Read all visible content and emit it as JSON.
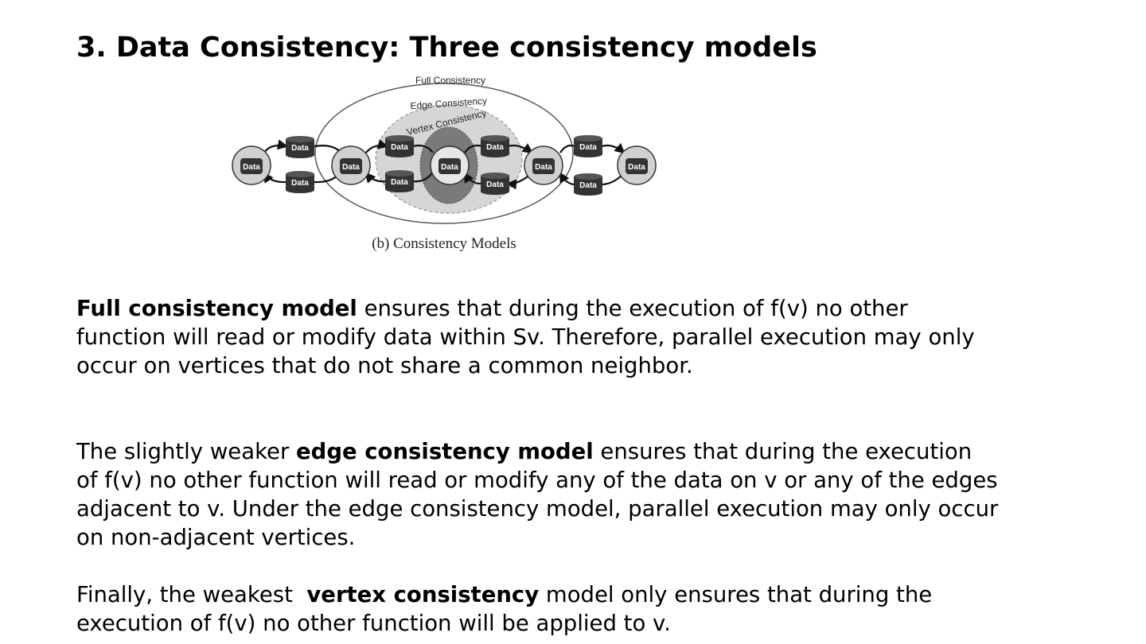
{
  "slide": {
    "title": "3. Data Consistency: Three consistency models"
  },
  "figure": {
    "label_full": "Full Consistency",
    "label_edge": "Edge Consistency",
    "label_vertex": "Vertex Consistency",
    "node_label": "Data",
    "caption": "(b) Consistency Models"
  },
  "paragraphs": {
    "p1": {
      "bold": "Full consistency model",
      "text": " ensures that during the execution of f(v) no other function will read or modify data within Sv. Therefore, parallel execution may only occur on vertices that do not share a common neighbor."
    },
    "p2": {
      "pre": "The slightly weaker ",
      "bold": "edge consistency model",
      "text": " ensures that during the execution of f(v) no other function will read or modify any of the data on v or any of the edges adjacent to v. Under the edge consistency model, parallel execution may only occur on non-adjacent vertices."
    },
    "p3": {
      "pre": "Finally, the weakest  ",
      "bold": "vertex consistency",
      "text": " model only ensures that during the execution of f(v) no other function will be applied to v."
    }
  }
}
